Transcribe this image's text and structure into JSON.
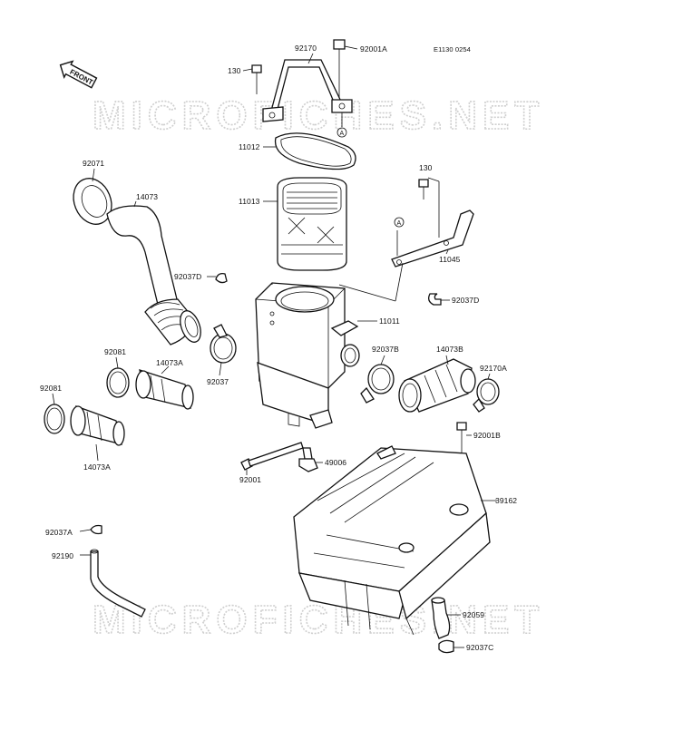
{
  "diagram_code": "E1130 0254",
  "watermark": "MICROFICHES.NET",
  "front_label": "FRONT",
  "callout_letter": "A",
  "parts": [
    {
      "id": "p-92170",
      "label": "92170"
    },
    {
      "id": "p-92001A",
      "label": "92001A"
    },
    {
      "id": "p-130-top",
      "label": "130"
    },
    {
      "id": "p-11012",
      "label": "11012"
    },
    {
      "id": "p-11013",
      "label": "11013"
    },
    {
      "id": "p-92071",
      "label": "92071"
    },
    {
      "id": "p-14073",
      "label": "14073"
    },
    {
      "id": "p-92037D-left",
      "label": "92037D"
    },
    {
      "id": "p-130-right",
      "label": "130"
    },
    {
      "id": "p-11045",
      "label": "11045"
    },
    {
      "id": "p-92037D-right",
      "label": "92037D"
    },
    {
      "id": "p-11011",
      "label": "11011"
    },
    {
      "id": "p-92081-a",
      "label": "92081"
    },
    {
      "id": "p-14073A-a",
      "label": "14073A"
    },
    {
      "id": "p-92037",
      "label": "92037"
    },
    {
      "id": "p-92037B",
      "label": "92037B"
    },
    {
      "id": "p-14073B",
      "label": "14073B"
    },
    {
      "id": "p-92170A",
      "label": "92170A"
    },
    {
      "id": "p-92081-b",
      "label": "92081"
    },
    {
      "id": "p-14073A-b",
      "label": "14073A"
    },
    {
      "id": "p-92001B",
      "label": "92001B"
    },
    {
      "id": "p-49006",
      "label": "49006"
    },
    {
      "id": "p-92001",
      "label": "92001"
    },
    {
      "id": "p-39162",
      "label": "39162"
    },
    {
      "id": "p-92037A",
      "label": "92037A"
    },
    {
      "id": "p-92190",
      "label": "92190"
    },
    {
      "id": "p-92059",
      "label": "92059"
    },
    {
      "id": "p-92037C",
      "label": "92037C"
    }
  ]
}
